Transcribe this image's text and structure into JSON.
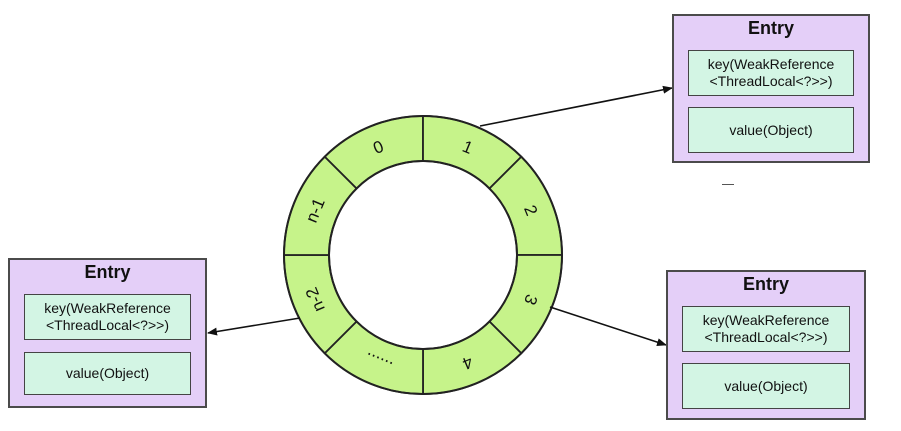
{
  "ring": {
    "segments": [
      "0",
      "1",
      "2",
      "3",
      "4",
      "......",
      "n-2",
      "n-1"
    ],
    "fill_color": "#c6f38a",
    "stroke_color": "#222222"
  },
  "entries": [
    {
      "title": "Entry",
      "key_line1": "key(WeakReference",
      "key_line2": "<ThreadLocal<?>>)",
      "value": "value(Object)"
    },
    {
      "title": "Entry",
      "key_line1": "key(WeakReference",
      "key_line2": "<ThreadLocal<?>>)",
      "value": "value(Object)"
    },
    {
      "title": "Entry",
      "key_line1": "key(WeakReference",
      "key_line2": "<ThreadLocal<?>>)",
      "value": "value(Object)"
    }
  ],
  "colors": {
    "entry_bg": "#e4cff8",
    "field_bg": "#d3f5e4",
    "arrow": "#111111"
  }
}
